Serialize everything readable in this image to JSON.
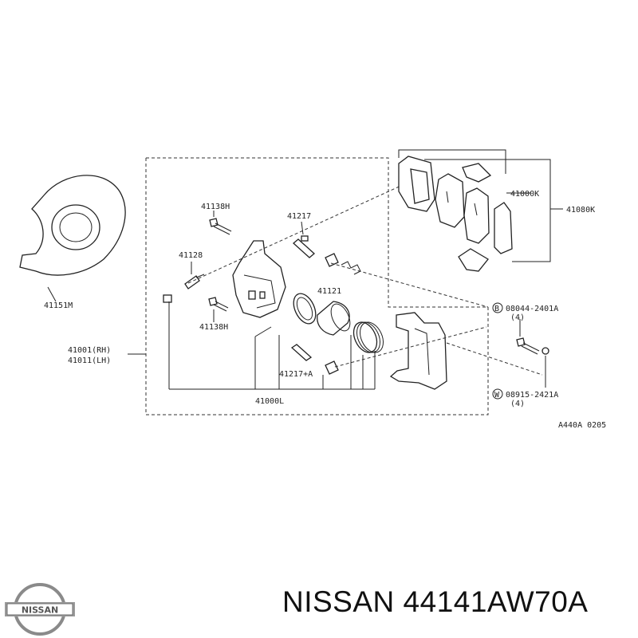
{
  "labels": {
    "shield": "41151M",
    "bolt_upper": "41138H",
    "pin_upper": "41217",
    "bleeder": "41128",
    "bolt_lower": "41138H",
    "piston": "41121",
    "caliper_rh": "41001(RH)",
    "caliper_lh": "41011(LH)",
    "pin_lower": "41217+A",
    "caliper_assy": "41000L",
    "pad_kit": "41000K",
    "pad_set": "41080K",
    "bolt_b_code": "08044-2401A",
    "bolt_b_qty": "(4)",
    "washer_w_code": "08915-2421A",
    "washer_w_qty": "(4)",
    "marker_b": "B",
    "marker_w": "W",
    "figure_code": "A440A 0205"
  },
  "footer": {
    "brand_logo_text": "NISSAN",
    "title": "NISSAN 44141AW70A"
  }
}
